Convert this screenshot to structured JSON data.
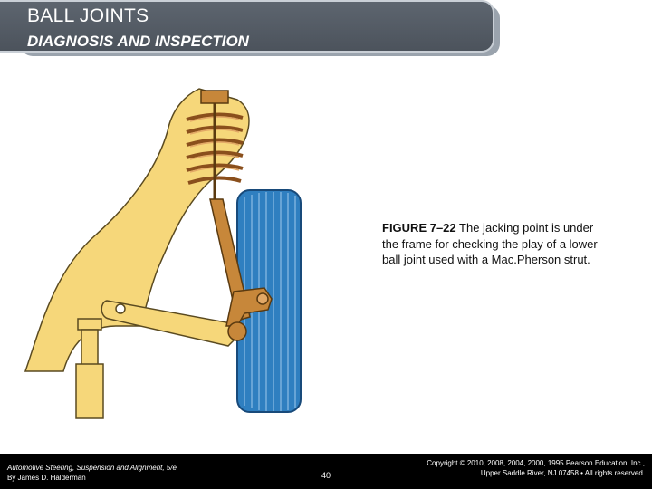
{
  "header": {
    "title": "BALL JOINTS",
    "subtitle": "DIAGNOSIS AND INSPECTION"
  },
  "caption": {
    "label": "FIGURE 7–22",
    "text": "The jacking point is under the frame for checking the play of a lower ball joint used with a Mac.Pherson strut."
  },
  "footer": {
    "book_title": "Automotive Steering, Suspension and Alignment, 5/e",
    "author": "By James D. Halderman",
    "page": "40",
    "copyright_line1": "Copyright © 2010, 2008, 2004, 2000, 1995 Pearson Education, Inc.,",
    "copyright_line2": "Upper Saddle River, NJ 07458 • All rights reserved."
  },
  "colors": {
    "body_yellow": "#f6d77a",
    "tire_blue": "#2f7fc0",
    "strut_orange": "#c7873a"
  }
}
